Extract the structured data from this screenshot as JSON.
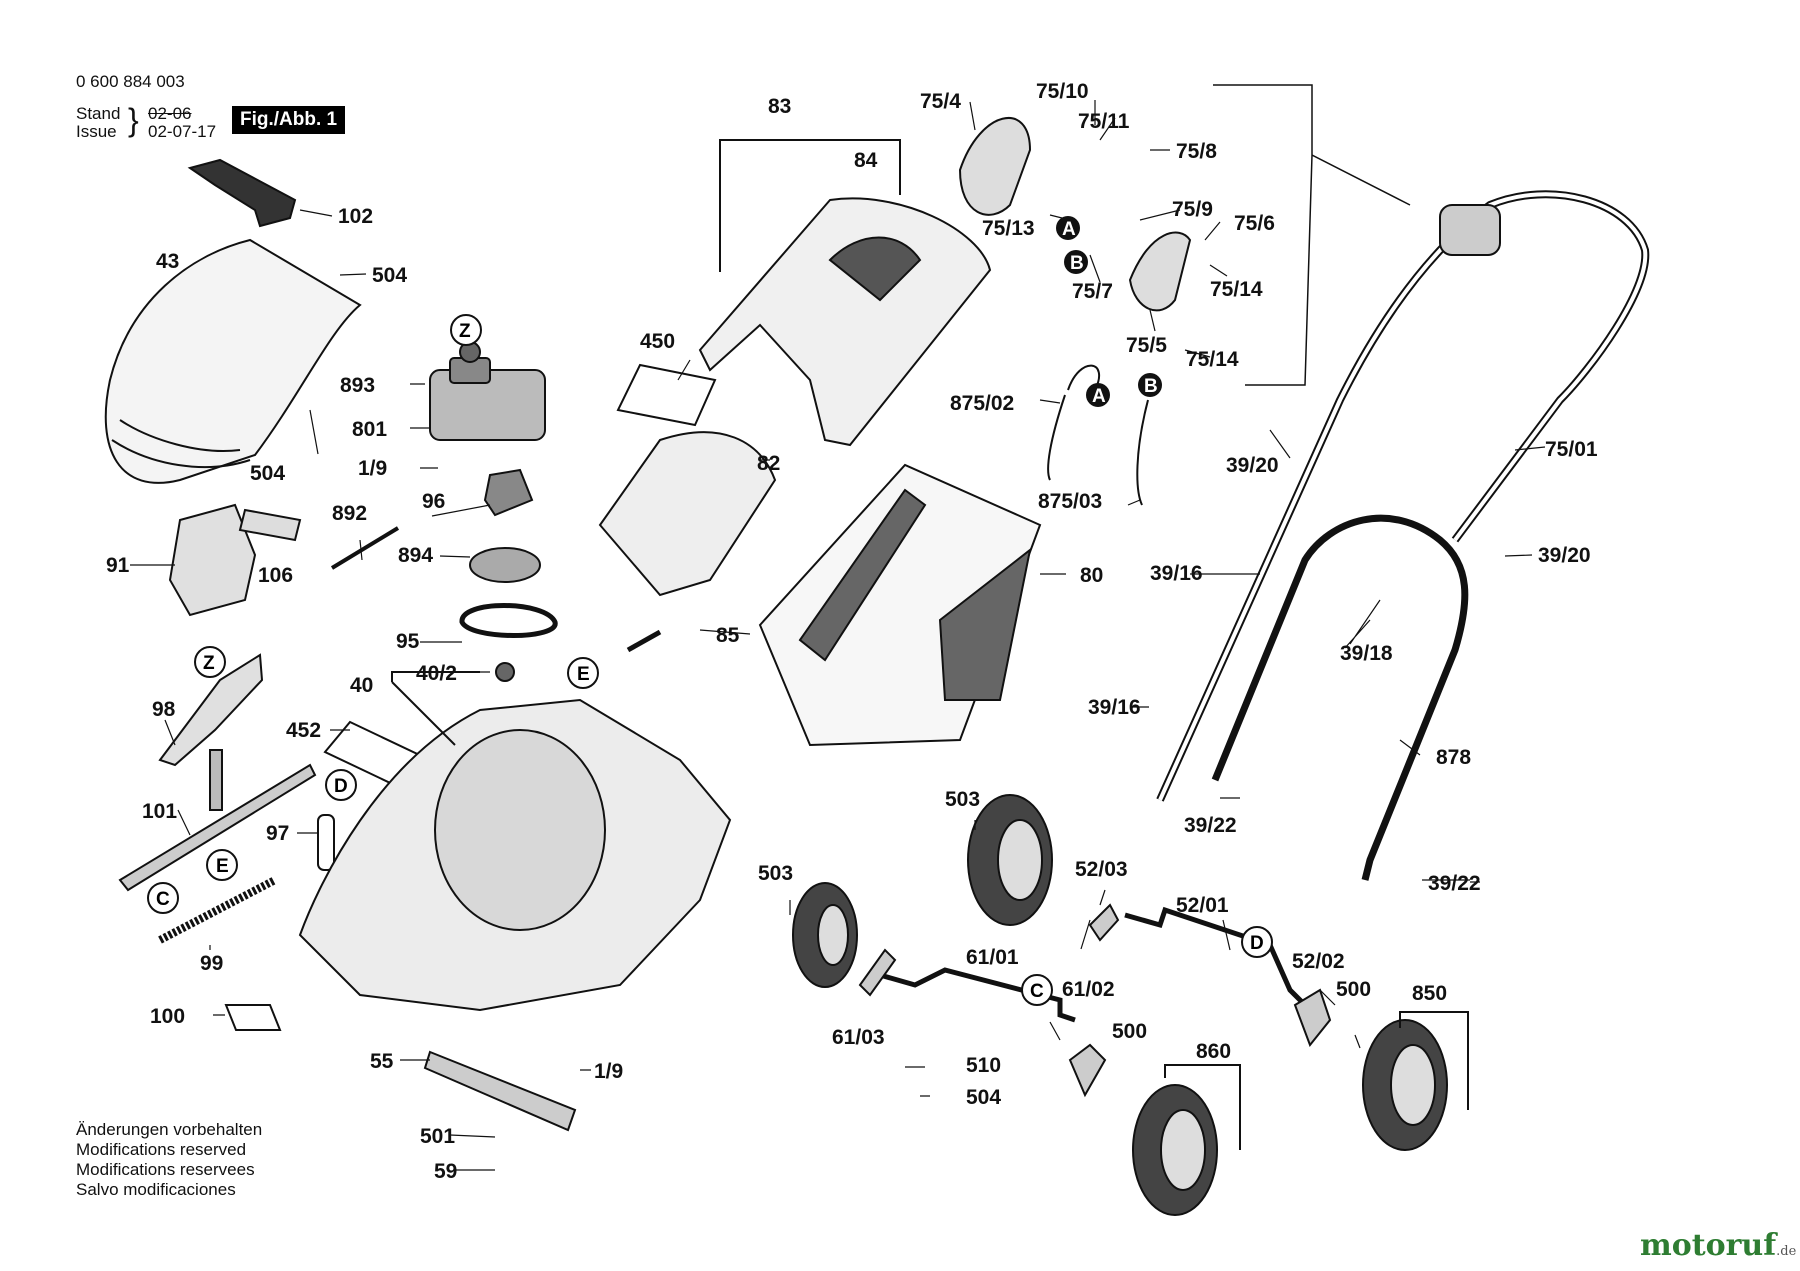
{
  "header": {
    "doc_number": "0 600 884 003",
    "stand_label": "Stand",
    "issue_label": "Issue",
    "old_date": "02-06",
    "date": "02-07-17",
    "figure": "Fig./Abb. 1"
  },
  "notes": [
    "Änderungen vorbehalten",
    "Modifications reserved",
    "Modifications reservees",
    "Salvo modificaciones"
  ],
  "logo": {
    "text": "motoruf",
    "suffix": ".de"
  },
  "labels": {
    "p102": "102",
    "p43": "43",
    "p504a": "504",
    "p893": "893",
    "p801": "801",
    "p504b": "504",
    "p1_9a": "1/9",
    "p96": "96",
    "p892": "892",
    "p91": "91",
    "p106": "106",
    "p894": "894",
    "p95": "95",
    "p40_2": "40/2",
    "p40": "40",
    "p98": "98",
    "p452": "452",
    "p101": "101",
    "p97": "97",
    "p99": "99",
    "p100": "100",
    "p55": "55",
    "p1_9b": "1/9",
    "p501": "501",
    "p59": "59",
    "p450": "450",
    "p83": "83",
    "p84": "84",
    "p82": "82",
    "p85": "85",
    "p80": "80",
    "p75_4": "75/4",
    "p75_10": "75/10",
    "p75_11": "75/11",
    "p75_8": "75/8",
    "p75_13": "75/13",
    "p75_9": "75/9",
    "p75_6": "75/6",
    "p75_7": "75/7",
    "p75_14a": "75/14",
    "p75_5": "75/5",
    "p75_14b": "75/14",
    "p875_02": "875/02",
    "p875_03": "875/03",
    "p39_20a": "39/20",
    "p75_01": "75/01",
    "p39_20b": "39/20",
    "p39_16a": "39/16",
    "p39_18": "39/18",
    "p39_16b": "39/16",
    "p878": "878",
    "p39_22a": "39/22",
    "p39_22b": "39/22",
    "p503a": "503",
    "p52_03": "52/03",
    "p503b": "503",
    "p52_01": "52/01",
    "p61_01": "61/01",
    "p52_02": "52/02",
    "p500a": "500",
    "p850": "850",
    "p61_02": "61/02",
    "p61_03": "61/03",
    "p500b": "500",
    "p510": "510",
    "p504c": "504",
    "p860": "860"
  },
  "callouts": {
    "z1": "Z",
    "z2": "Z",
    "e1": "E",
    "e2": "E",
    "d1": "D",
    "d2": "D",
    "c1": "C",
    "c2": "C",
    "a1": "A",
    "a2": "A",
    "b1": "B",
    "b2": "B"
  }
}
